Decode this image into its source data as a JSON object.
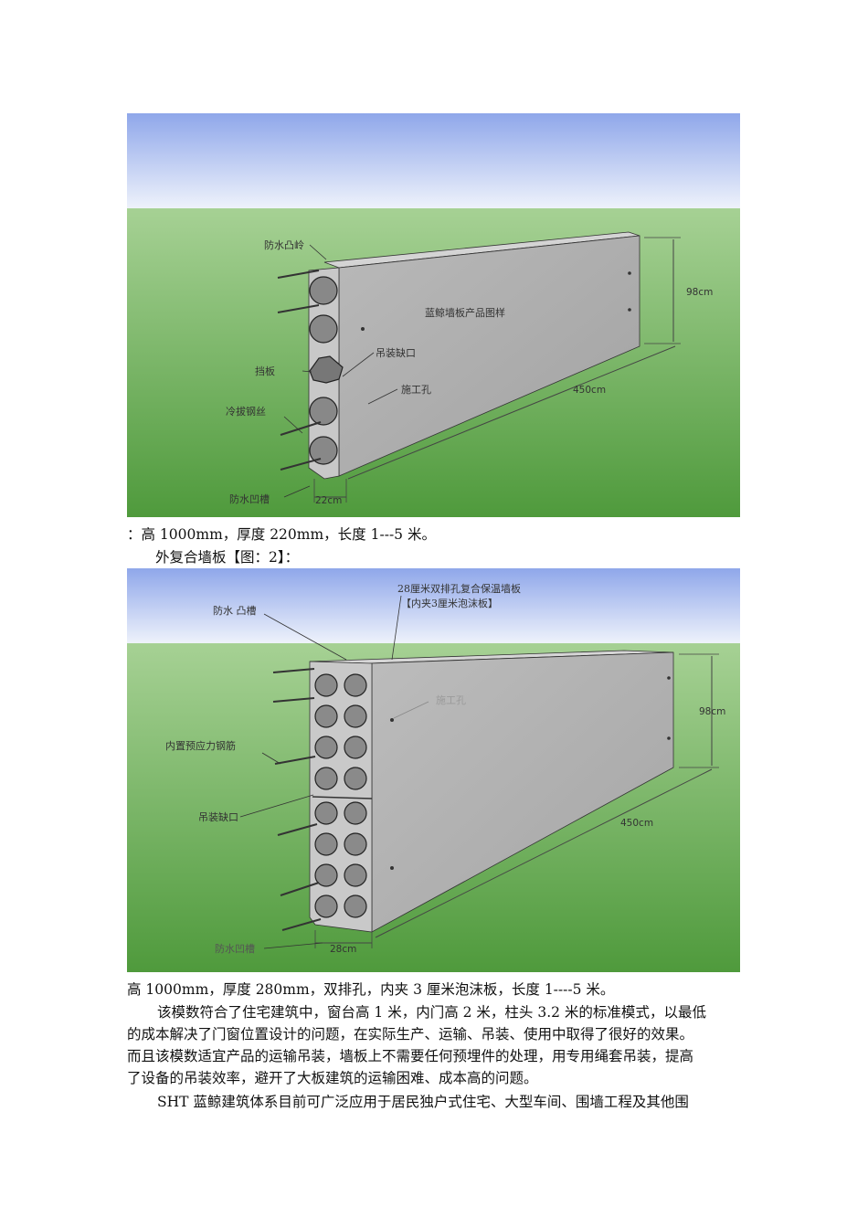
{
  "figure1": {
    "labels": {
      "ridge": "防水凸岭",
      "title": "蓝鲸墙板产品图样",
      "lift_notch": "吊装缺口",
      "baffle": "挡板",
      "work_hole": "施工孔",
      "steel_wire": "冷拔钢丝",
      "groove": "防水凹槽"
    },
    "dims": {
      "height": "98cm",
      "length": "450cm",
      "thickness": "22cm"
    }
  },
  "caption1": "：高 1000mm，厚度 220mm，长度 1---5 米。",
  "heading2": "外复合墙板【图：2】：",
  "figure2": {
    "labels": {
      "ridge": "防水 凸槽",
      "title_line1": "28厘米双排孔复合保温墙板",
      "title_line2": "【内夹3厘米泡沫板】",
      "work_hole": "施工孔",
      "prestress": "内置预应力钢筋",
      "lift_notch": "吊装缺口",
      "groove": "防水凹槽"
    },
    "dims": {
      "height": "98cm",
      "length": "450cm",
      "thickness": "28cm"
    }
  },
  "caption2": "高 1000mm，厚度 280mm，双排孔，内夹 3 厘米泡沫板，长度 1----5 米。",
  "paragraph1": [
    "该模数符合了住宅建筑中，窗台高 1 米，内门高 2 米，柱头 3.2 米的标准模式，以最低",
    "的成本解决了门窗位置设计的问题，在实际生产、运输、吊装、使用中取得了很好的效果。",
    "而且该模数适宜产品的运输吊装，墙板上不需要任何预埋件的处理，用专用绳套吊装，提高",
    "了设备的吊装效率，避开了大板建筑的运输困难、成本高的问题。"
  ],
  "paragraph2_line1": "SHT 蓝鲸建筑体系目前可广泛应用于居民独户式住宅、大型车间、围墙工程及其他围"
}
